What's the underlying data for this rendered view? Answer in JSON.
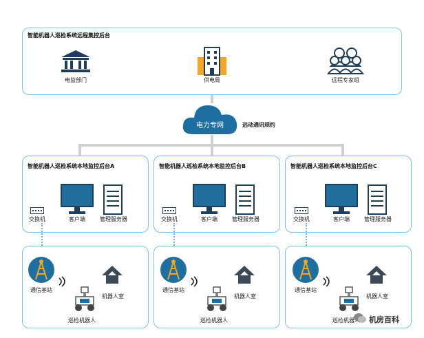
{
  "center": {
    "title": "智能机器人巡检系统远程集控后台",
    "items": [
      "电监部门",
      "供电局",
      "远程专家组"
    ]
  },
  "cloud": {
    "label": "电力专网"
  },
  "protocol": "远动通讯规约",
  "stations": [
    {
      "title": "智能机器人巡检系统本地监控后台A",
      "switch": "交换机",
      "client": "客户端",
      "server": "管理服务器",
      "base": "通信基站",
      "room": "机器人室",
      "robot": "巡检机器人"
    },
    {
      "title": "智能机器人巡检系统本地监控后台B",
      "switch": "交换机",
      "client": "客户端",
      "server": "管理服务器",
      "base": "通信基站",
      "room": "机器人室",
      "robot": "巡检机器人"
    },
    {
      "title": "智能机器人巡检系统本地监控后台C",
      "switch": "交换机",
      "client": "客户端",
      "server": "管理服务器",
      "base": "通信基站",
      "room": "机器人室",
      "robot": "巡检机器人"
    }
  ],
  "watermark": "机房百科",
  "colors": {
    "border": "#7cc3e8",
    "navy": "#1f3c5a",
    "accent": "#f0a830",
    "line": "#d0d0d0"
  }
}
